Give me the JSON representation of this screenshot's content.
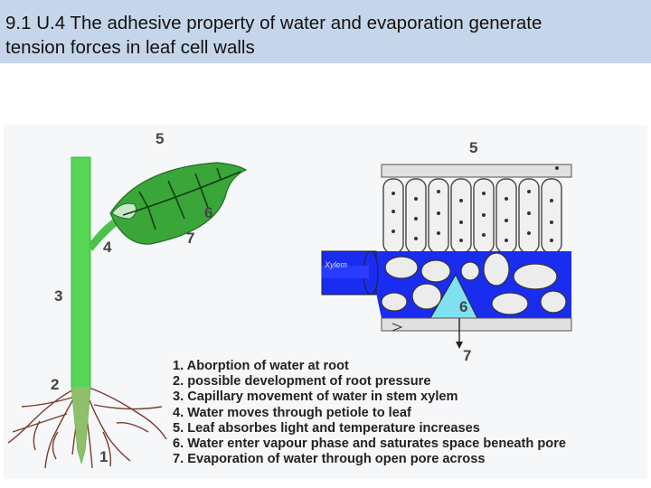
{
  "slide": {
    "title_line1": "9.1 U.4  The adhesive property of water and evaporation generate",
    "title_line2": "tension forces in leaf cell walls"
  },
  "diagram": {
    "plant_labels": [
      "5",
      "6",
      "7",
      "4",
      "3",
      "2",
      "1"
    ],
    "leaf_labels": [
      "5",
      "6",
      "7"
    ],
    "xylem_label": "Xylem",
    "legend": [
      "1. Aborption of water at root",
      "2. possible development of  root pressure",
      "3. Capillary movement of water in stem xylem",
      "4. Water moves through petiole to leaf",
      "5. Leaf absorbes light and temperature increases",
      "6. Water enter vapour phase and saturates space beneath pore",
      "7. Evaporation of water through open pore across"
    ],
    "colors": {
      "stem": "#55d655",
      "leaf": "#3aa63a",
      "xylem_water": "#1a2cf0",
      "pore_vapour": "#7fe0f0",
      "root": "#7a3b2e",
      "title_bg": "#c6d6ea"
    }
  }
}
